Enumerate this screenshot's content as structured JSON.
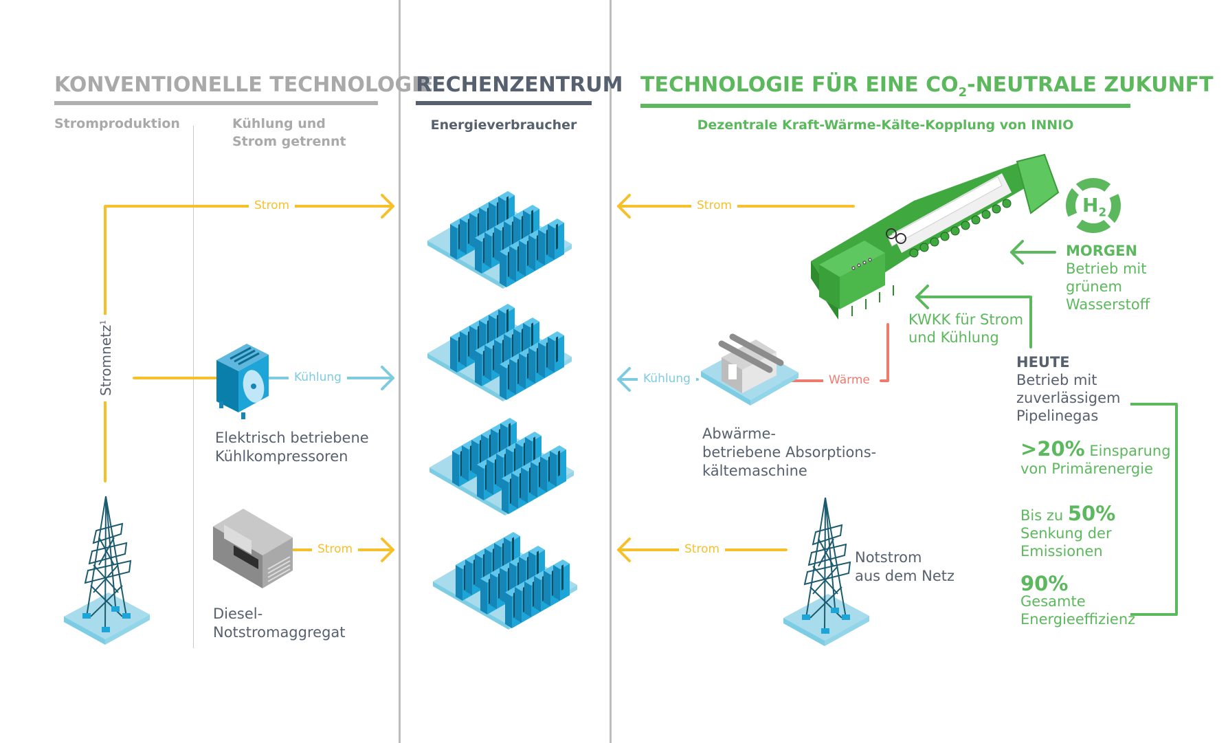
{
  "columns": {
    "conventional": {
      "title": "KONVENTIONELLE TECHNOLOGIE",
      "sub_left": "Stromproduktion",
      "sub_right_line1": "Kühlung und",
      "sub_right_line2": "Strom getrennt"
    },
    "datacenter": {
      "title": "RECHENZENTRUM",
      "subtitle": "Energieverbraucher"
    },
    "future": {
      "title_part1": "TECHNOLOGIE FÜR EINE CO",
      "title_sub": "2",
      "title_part2": "-NEUTRALE ZUKUNFT",
      "subtitle": "Dezentrale Kraft-Wärme-Kälte-Kopplung von INNIO"
    }
  },
  "left": {
    "grid_label": "Stromnetz",
    "grid_footnote": "1",
    "flow_strom_top": "Strom",
    "flow_kuehlung": "Kühlung",
    "flow_strom_bottom": "Strom",
    "compressor_label_line1": "Elektrisch betriebene",
    "compressor_label_line2": "Kühlkompressoren",
    "diesel_label_line1": "Diesel-",
    "diesel_label_line2": "Notstromaggregat"
  },
  "right": {
    "flow_strom_top": "Strom",
    "flow_kuehlung": "Kühlung",
    "flow_waerme": "Wärme",
    "flow_strom_bottom": "Strom",
    "kwkk_line1": "KWKK für Strom",
    "kwkk_line2": "und Kühlung",
    "absorption_line1": "Abwärme-",
    "absorption_line2": "betriebene Absorptions-",
    "absorption_line3": "kältemaschine",
    "grid_backup_line1": "Notstrom",
    "grid_backup_line2": "aus dem Netz",
    "h2_icon_text": "H",
    "h2_icon_sub": "2",
    "morgen_title": "MORGEN",
    "morgen_line1": "Betrieb mit",
    "morgen_line2": "grünem",
    "morgen_line3": "Wasserstoff",
    "heute_title": "HEUTE",
    "heute_line1": "Betrieb mit",
    "heute_line2": "zuverlässigem",
    "heute_line3": "Pipelinegas",
    "stats": [
      {
        "prefix": "",
        "value": ">20%",
        "suffix": " Einsparung",
        "line2": "von Primärenergie",
        "line3": ""
      },
      {
        "prefix": "Bis zu ",
        "value": "50%",
        "suffix": "",
        "line2": "Senkung der",
        "line3": "Emissionen"
      },
      {
        "prefix": "",
        "value": "90%",
        "suffix": "",
        "line2": "Gesamte",
        "line3": "Energieeffizienz"
      }
    ]
  },
  "colors": {
    "strom": "#f7c02b",
    "kuehlung": "#7ecbe0",
    "waerme": "#ee7b6e",
    "green": "#5cb85c",
    "slate": "#56606e",
    "gray": "#a9a9a9",
    "server": "#1ea5d8",
    "tower": "#1b5a6e"
  }
}
